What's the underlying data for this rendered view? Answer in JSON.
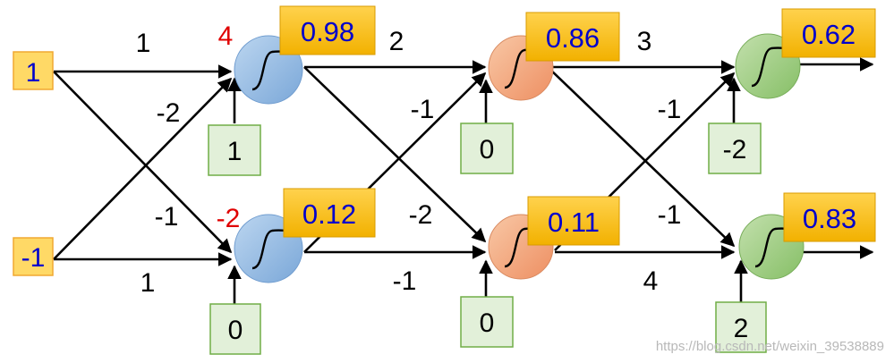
{
  "inputs": {
    "x1": "1",
    "x2": "-1"
  },
  "layer1": {
    "top": {
      "pre": "4",
      "output": "0.98",
      "bias": "1"
    },
    "bottom": {
      "pre": "-2",
      "output": "0.12",
      "bias": "0"
    }
  },
  "layer2": {
    "top": {
      "output": "0.86",
      "bias": "0"
    },
    "bottom": {
      "output": "0.11",
      "bias": "0"
    }
  },
  "layer3": {
    "top": {
      "output": "0.62",
      "bias": "-2"
    },
    "bottom": {
      "output": "0.83",
      "bias": "2"
    }
  },
  "weights": {
    "w1_top_top": "1",
    "w1_bot_top": "-2",
    "w1_top_bot": "-1",
    "w1_bot_bot": "1",
    "w2_top_top": "2",
    "w2_bot_top": "-1",
    "w2_top_bot": "-2",
    "w2_bot_bot": "-1",
    "w3_top_top": "3",
    "w3_bot_top": "-1",
    "w3_top_bot": "-1",
    "w3_bot_bot": "4"
  },
  "colors": {
    "layer1_node": "#9dc3e6",
    "layer2_node": "#f4b183",
    "layer3_node": "#a9d18e",
    "output_box": "#ffc000",
    "input_box": "#ffd966",
    "bias_box": "#e2f0d9",
    "pre_activation": "#e00000",
    "value_text": "#0000cc"
  },
  "watermark": "https://blog.csdn.net/weixin_39538889"
}
